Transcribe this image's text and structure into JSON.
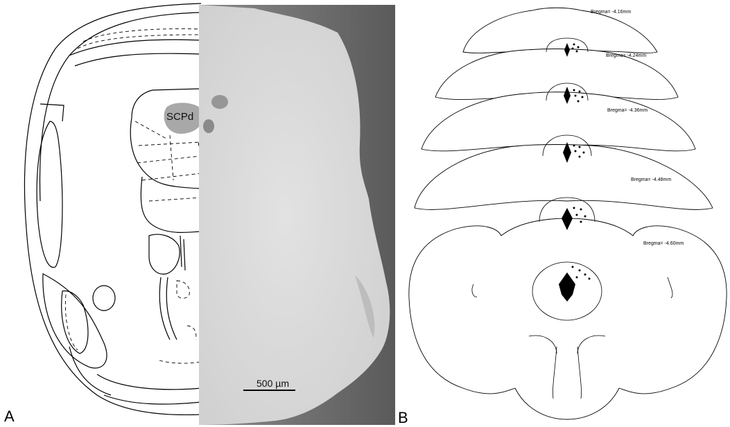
{
  "panel_a": {
    "label": "A",
    "region_label": "SCPd",
    "scale_bar_label": "500 µm"
  },
  "panel_b": {
    "label": "B",
    "sections": [
      {
        "bregma": "Bregma= -4.16mm"
      },
      {
        "bregma": "Bregma= -4.24mm"
      },
      {
        "bregma": "Bregma= -4.36mm"
      },
      {
        "bregma": "Bregma= -4.48mm"
      },
      {
        "bregma": "Bregma= -4.60mm"
      }
    ]
  },
  "colors": {
    "line": "#000000",
    "region_fill": "#a8a8a8",
    "photo_background": "#6b6b6b",
    "tissue": "#d9d9d9"
  }
}
